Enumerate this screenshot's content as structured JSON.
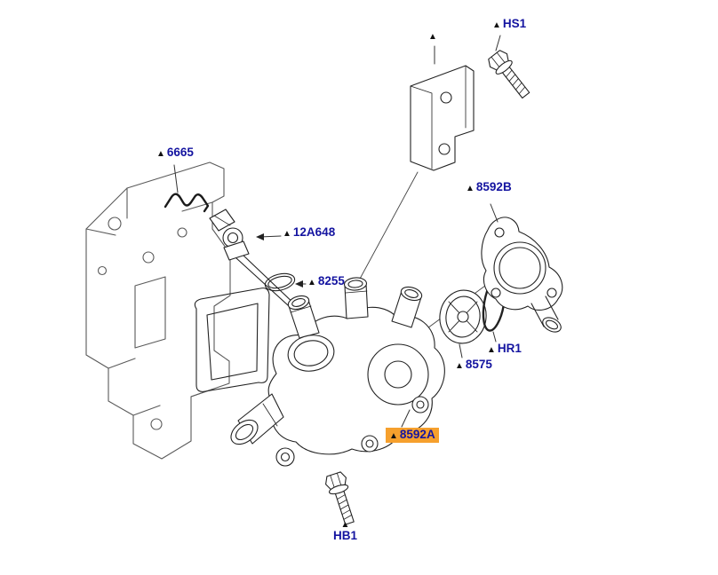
{
  "diagram": {
    "background": "#ffffff",
    "colors": {
      "label_text": "#1414a0",
      "marker": "#111111",
      "line": "#222222",
      "highlight_background": "#f6a02d"
    },
    "markers": {
      "triangle": "▲"
    },
    "labels": [
      {
        "id": "hs1",
        "text": "HS1",
        "highlighted": false
      },
      {
        "id": "8592b",
        "text": "8592B",
        "highlighted": false
      },
      {
        "id": "6665",
        "text": "6665",
        "highlighted": false
      },
      {
        "id": "12a648",
        "text": "12A648",
        "highlighted": false
      },
      {
        "id": "8255",
        "text": "8255",
        "highlighted": false
      },
      {
        "id": "hr1",
        "text": "HR1",
        "highlighted": false
      },
      {
        "id": "8575",
        "text": "8575",
        "highlighted": false
      },
      {
        "id": "8592a",
        "text": "8592A",
        "highlighted": true
      },
      {
        "id": "hb1",
        "text": "HB1",
        "highlighted": false
      }
    ]
  }
}
